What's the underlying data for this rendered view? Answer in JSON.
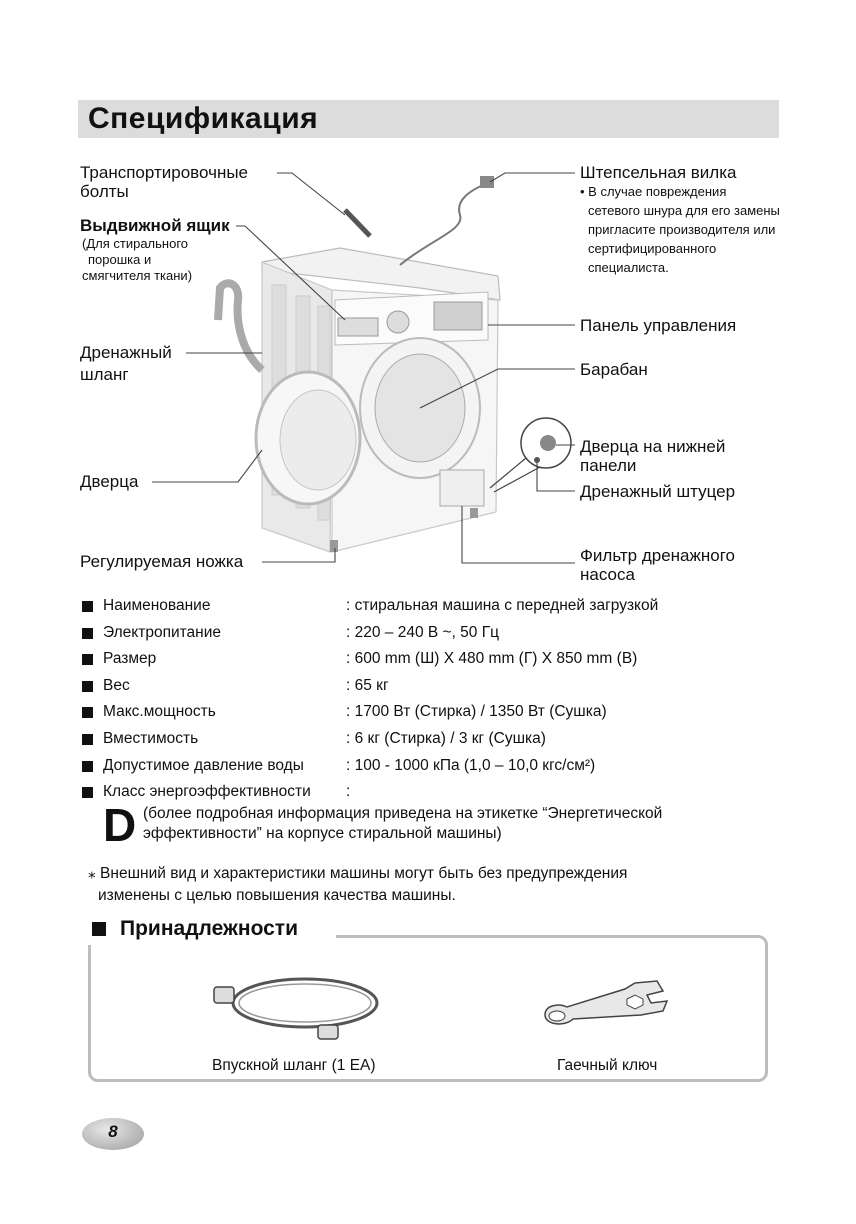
{
  "header": {
    "title": "Спецификация"
  },
  "diagram": {
    "labels": {
      "transport_bolts_1": "Транспортировочные",
      "transport_bolts_2": "болты",
      "drawer": "Выдвижной ящик",
      "drawer_note_1": "(Для стирального",
      "drawer_note_2": "порошка и",
      "drawer_note_3": "смягчителя ткани)",
      "drain_hose_1": "Дренажный",
      "drain_hose_2": "шланг",
      "door": "Дверца",
      "adjustable_foot": "Регулируемая ножка",
      "plug": "Штепсельная вилка",
      "plug_note_1": "• В случае повреждения",
      "plug_note_2": "сетевого шнура для его замены",
      "plug_note_3": "пригласите производителя или",
      "plug_note_4": "сертифицированного",
      "plug_note_5": "специалиста.",
      "control_panel": "Панель управления",
      "drum": "Барабан",
      "lower_door_1": "Дверца на нижней",
      "lower_door_2": "панели",
      "drain_plug": "Дренажный штуцер",
      "pump_filter_1": "Фильтр дренажного",
      "pump_filter_2": "насоса"
    }
  },
  "specs": [
    {
      "key": "Наименование",
      "value": ": стиральная машина с передней загрузкой"
    },
    {
      "key": "Электропитание",
      "value": ": 220 – 240 В ~, 50 Гц"
    },
    {
      "key": "Размер",
      "value": ": 600 mm (Ш) X 480 mm (Г) X 850 mm (В)"
    },
    {
      "key": "Вес",
      "value": ": 65 кг"
    },
    {
      "key": "Макс.мощность",
      "value": ": 1700 Вт (Стирка) / 1350 Вт (Сушка)"
    },
    {
      "key": "Вместимость",
      "value": ": 6 кг (Стирка) / 3 кг (Сушка)"
    },
    {
      "key": "Допустимое давление воды",
      "value": ": 100 - 1000 кПа (1,0 – 10,0 кгс/см²)"
    },
    {
      "key": "Класс энергоэффективности",
      "value": ":"
    }
  ],
  "energy": {
    "class": "D",
    "note_1": "(более подробная информация приведена на этикетке “Энергетической",
    "note_2": "эффективности” на корпусе стиральной машины)"
  },
  "disclaimer": {
    "line_1": "⁎ Внешний вид и характеристики машины могут быть без предупреждения",
    "line_2": "изменены с целью повышения качества машины."
  },
  "accessories": {
    "title": "Принадлежности",
    "items": [
      {
        "label": "Впускной шланг (1 EA)",
        "icon": "inlet-hose-icon"
      },
      {
        "label": "Гаечный ключ",
        "icon": "wrench-icon"
      }
    ]
  },
  "footer": {
    "page_number": "8"
  }
}
